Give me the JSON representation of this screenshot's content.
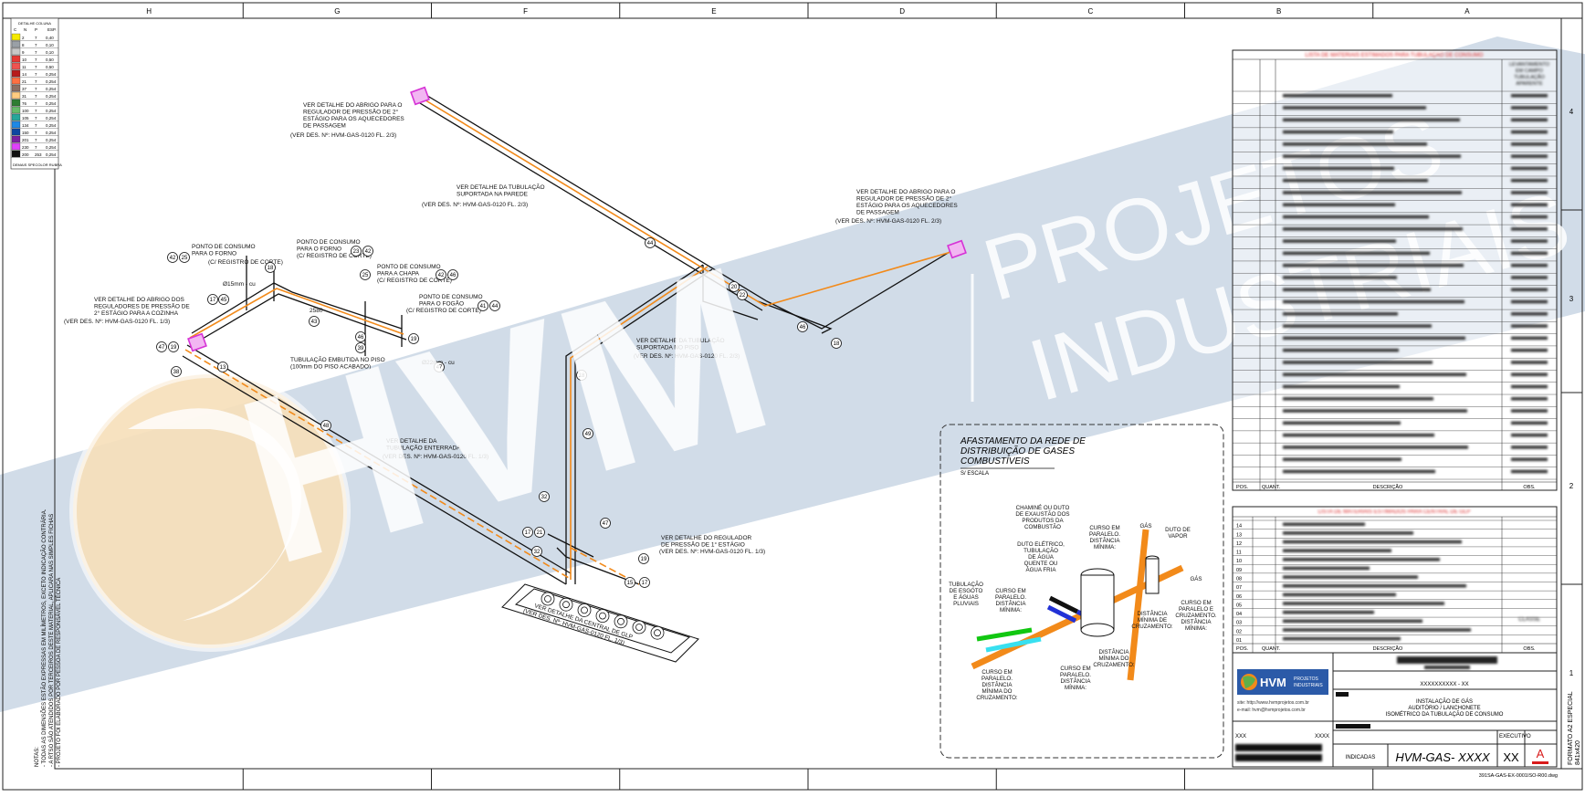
{
  "grid": {
    "columns": [
      "H",
      "G",
      "F",
      "E",
      "D",
      "C",
      "B",
      "A"
    ],
    "rows": [
      "4",
      "3",
      "2",
      "1"
    ]
  },
  "legend_table": {
    "title": "DETALHE COLUNA",
    "header": [
      "C",
      "N",
      "P",
      "ESP."
    ],
    "rows": [
      {
        "c": "",
        "n": "2",
        "p": "7",
        "esp": "0,40",
        "color": "#f5ea00"
      },
      {
        "c": "",
        "n": "8",
        "p": "7",
        "esp": "0,10",
        "color": "#9aa0a6"
      },
      {
        "c": "",
        "n": "9",
        "p": "7",
        "esp": "0,10",
        "color": "#c8c8c8"
      },
      {
        "c": "",
        "n": "10",
        "p": "7",
        "esp": "0,50",
        "color": "#e53935"
      },
      {
        "c": "",
        "n": "11",
        "p": "7",
        "esp": "0,50",
        "color": "#ef5350"
      },
      {
        "c": "",
        "n": "14",
        "p": "7",
        "esp": "0,254",
        "color": "#b71c1c"
      },
      {
        "c": "",
        "n": "21",
        "p": "7",
        "esp": "0,254",
        "color": "#ff7043"
      },
      {
        "c": "",
        "n": "37",
        "p": "7",
        "esp": "0,254",
        "color": "#8d6e63"
      },
      {
        "c": "",
        "n": "31",
        "p": "7",
        "esp": "0,254",
        "color": "#ffcc80"
      },
      {
        "c": "",
        "n": "76",
        "p": "7",
        "esp": "0,254",
        "color": "#2e7d32"
      },
      {
        "c": "",
        "n": "100",
        "p": "7",
        "esp": "0,254",
        "color": "#66bb6a"
      },
      {
        "c": "",
        "n": "105",
        "p": "7",
        "esp": "0,254",
        "color": "#26a69a"
      },
      {
        "c": "",
        "n": "134",
        "p": "7",
        "esp": "0,254",
        "color": "#1e88e5"
      },
      {
        "c": "",
        "n": "150",
        "p": "7",
        "esp": "0,254",
        "color": "#0d47a1"
      },
      {
        "c": "",
        "n": "201",
        "p": "7",
        "esp": "0,254",
        "color": "#7b1fa2"
      },
      {
        "c": "",
        "n": "230",
        "p": "7",
        "esp": "0,254",
        "color": "#e040fb"
      },
      {
        "c": "",
        "n": "200",
        "p": "253",
        "esp": "0,254",
        "color": "#111111"
      }
    ],
    "footer": "DEMAIS SPECOLOR RUBRA"
  },
  "side_notes": [
    "NOTAS:",
    "- TODAS AS DIMENSÕES ESTÃO EXPRESSAS EM MILÍMETROS, EXCETO INDICAÇÃO CONTRÁRIA.",
    "- A RTSO SÃO ATENDIDOS POR TERCEIROS DESTE MATERIAL, APLICARA NAS SIMPLES FICHAS",
    "- PROJETO FOI ELABORADO POR PESSOA DE RESPONSÁVEL TÉCNICA"
  ],
  "callouts": {
    "abrigo_top": [
      "VER DETALHE DO ABRIGO PARA O",
      "REGULADOR DE PRESSÃO DE 2°",
      "ESTÁGIO PARA OS AQUECEDORES",
      "DE PASSAGEM"
    ],
    "abrigo_top_ref": "(VER DES. Nº: HVM-GAS-0120 FL. 2/3)",
    "tubulacao_parede": [
      "VER DETALHE DA TUBULAÇÃO",
      "SUPORTADA NA PAREDE"
    ],
    "tubulacao_parede_ref": "(VER DES. Nº: HVM-GAS-0120 FL. 2/3)",
    "abrigo_right": [
      "VER DETALHE DO ABRIGO PARA O",
      "REGULADOR DE PRESSÃO DE 2°",
      "ESTÁGIO PARA OS AQUECEDORES",
      "DE PASSAGEM"
    ],
    "abrigo_right_ref": "(VER DES. Nº: HVM-GAS-0120 FL. 2/3)",
    "ponto_forno1": [
      "PONTO DE CONSUMO",
      "PARA O FORNO"
    ],
    "registro1": "(C/ REGISTRO DE CORTE)",
    "ponto_forno2": [
      "PONTO DE CONSUMO",
      "PARA O FORNO"
    ],
    "registro2": "(C/ REGISTRO DE CORTE)",
    "ponto_chapa": [
      "PONTO DE CONSUMO",
      "PARA A CHAPA"
    ],
    "registro3": "(C/ REGISTRO DE CORTE)",
    "ponto_fogao": [
      "PONTO DE CONSUMO",
      "PARA O FOGÃO"
    ],
    "registro4": "(C/ REGISTRO DE CORTE)",
    "abrigo_left": [
      "VER DETALHE DO ABRIGO DOS",
      "REGULADORES DE PRESSÃO DE",
      "2° ESTÁGIO PARA A COZINHA"
    ],
    "abrigo_left_ref": "(VER DES. Nº: HVM-GAS-0120 FL. 1/3)",
    "tubulacao_piso_left": [
      "TUBULAÇÃO EMBUTIDA NO PISO",
      "(100mm DO PISO ACABADO)"
    ],
    "tubulacao_piso_mid": [
      "VER DETALHE DA TUBULAÇÃO",
      "SUPORTADA NO PISO"
    ],
    "tubulacao_piso_mid_ref": "(VER DES. Nº: HVM-GAS-0120 FL. 2/3)",
    "tubulacao_enterrada": [
      "VER DETALHE DA",
      "TUBULAÇÃO ENTERRADA"
    ],
    "tubulacao_enterrada_ref": "(VER DES. Nº: HVM-GAS-0120 FL. 1/3)",
    "regulador_1": [
      "VER DETALHE DO REGULADOR",
      "DE PRESSÃO DE 1° ESTÁGIO"
    ],
    "regulador_1_ref": "(VER DES. Nº: HVM-GAS-0120 FL. 1/3)",
    "central_glp": [
      "VER DETALHE DA CENTRAL DE GLP",
      "(VER DES. Nº: HVM-GAS-0120 FL. 1/3)"
    ],
    "dim_15mm": "Ø15mm - cu",
    "dim_22mm": "Ø22mm - cu",
    "dim_2580": "2580"
  },
  "balloons": [
    "42",
    "25",
    "18",
    "17",
    "45",
    "23",
    "42",
    "25",
    "42",
    "46",
    "41",
    "44",
    "47",
    "19",
    "38",
    "13",
    "43",
    "46",
    "39",
    "19",
    "47",
    "44",
    "20",
    "22",
    "46",
    "18",
    "18",
    "48",
    "49",
    "32",
    "17",
    "21",
    "32",
    "47",
    "19",
    "15",
    "17"
  ],
  "afastamento": {
    "title": [
      "AFASTAMENTO DA REDE DE",
      "DISTRIBUIÇÃO DE GASES",
      "COMBUSTÍVEIS"
    ],
    "scale": "S/ ESCALA",
    "labels": {
      "chamine": [
        "CHAMINÉ OU DUTO",
        "DE EXAUSTÃO DOS",
        "PRODUTOS DA",
        "COMBUSTÃO"
      ],
      "curso_paralelo_top": [
        "CURSO EM",
        "PARALELO.",
        "DISTÂNCIA",
        "MÍNIMA:"
      ],
      "gas_top": "GÁS",
      "duto_vapor": [
        "DUTO DE",
        "VAPOR"
      ],
      "duto_eletrico": [
        "DUTO ELÉTRICO,",
        "TUBULAÇÃO",
        "DE ÁGUA",
        "QUENTE OU",
        "ÁGUA FRIA"
      ],
      "gas_right": "GÁS",
      "tub_esgoto": [
        "TUBULAÇÃO",
        "DE ESGOTO",
        "E ÁGUAS",
        "PLUVIAIS"
      ],
      "curso_paralelo_left": [
        "CURSO EM",
        "PARALELO.",
        "DISTÂNCIA",
        "MÍNIMA:"
      ],
      "dist_cruz_mid": [
        "DISTÂNCIA",
        "MÍNIMA DE",
        "CRUZAMENTO:"
      ],
      "curso_paralelo_cruz": [
        "CURSO EM",
        "PARALELO E",
        "CRUZAMENTO.",
        "DISTÂNCIA",
        "MÍNIMA:"
      ],
      "dist_cruz_low": [
        "DISTÂNCIA",
        "MÍNIMA DO",
        "CRUZAMENTO:"
      ],
      "curso_bl": [
        "CURSO EM",
        "PARALELO.",
        "DISTÂNCIA",
        "MÍNIMA DO",
        "CRUZAMENTO:"
      ],
      "curso_bm": [
        "CURSO EM",
        "PARALELO.",
        "DISTÂNCIA",
        "MÍNIMA:"
      ]
    }
  },
  "materials_table_top": {
    "title": "LISTA DE MATERIAIS ESTIMADOS PARA TUBULAÇÃO DE CONSUMO",
    "header": [
      "POS.",
      "QUANT.",
      "DESCRIÇÃO",
      "OBS."
    ],
    "col_header_right": [
      "LEVANTAMENTO",
      "EM CAMPO",
      "TUBULAÇÃO",
      "APARENTE"
    ],
    "row_count": 32
  },
  "materials_table_bottom": {
    "title": "LISTA DE MATERIAIS ESTIMADOS PARA CENTRAL DE GLP",
    "header": [
      "POS.",
      "QUANT.",
      "DESCRIÇÃO",
      "OBS."
    ],
    "rows": [
      "14",
      "13",
      "12",
      "11",
      "10",
      "09",
      "08",
      "07",
      "06",
      "05",
      "04",
      "03",
      "02",
      "01"
    ],
    "obs_sample": "CLASSE"
  },
  "title_block": {
    "logo_text": "HVM",
    "logo_sub": [
      "PROJETOS",
      "INDUSTRIAIS"
    ],
    "site": "site: http://www.hvmprojetos.com.br",
    "email": "e-mail: hvm@hvmprojetos.com.br",
    "code_xx": "XXXXXXXXXX - XX",
    "description": [
      "INSTALAÇÃO DE GÁS",
      "AUDITÓRIO / LANCHONETE",
      "ISOMÉTRICO DA TUBULAÇÃO DE CONSUMO"
    ],
    "status": "EXECUTIVO",
    "xxx_left": "XXX",
    "xxx_right": "XXXX",
    "scale": "INDICADAS",
    "drawing_number": "HVM-GAS- XXXX",
    "sheet": "XX",
    "revision": "A",
    "format": [
      "FORMATO A2 ESPECIAL",
      "841x420"
    ],
    "file": "391SA-GAS-EX-0001ISO-R00.dwg"
  },
  "colors": {
    "orange": "#f28a1a",
    "magenta": "#d633d6",
    "red_title": "#d81b1b",
    "watermark_blue": "#c9d6e4",
    "watermark_yellow": "#f6dfb9"
  }
}
